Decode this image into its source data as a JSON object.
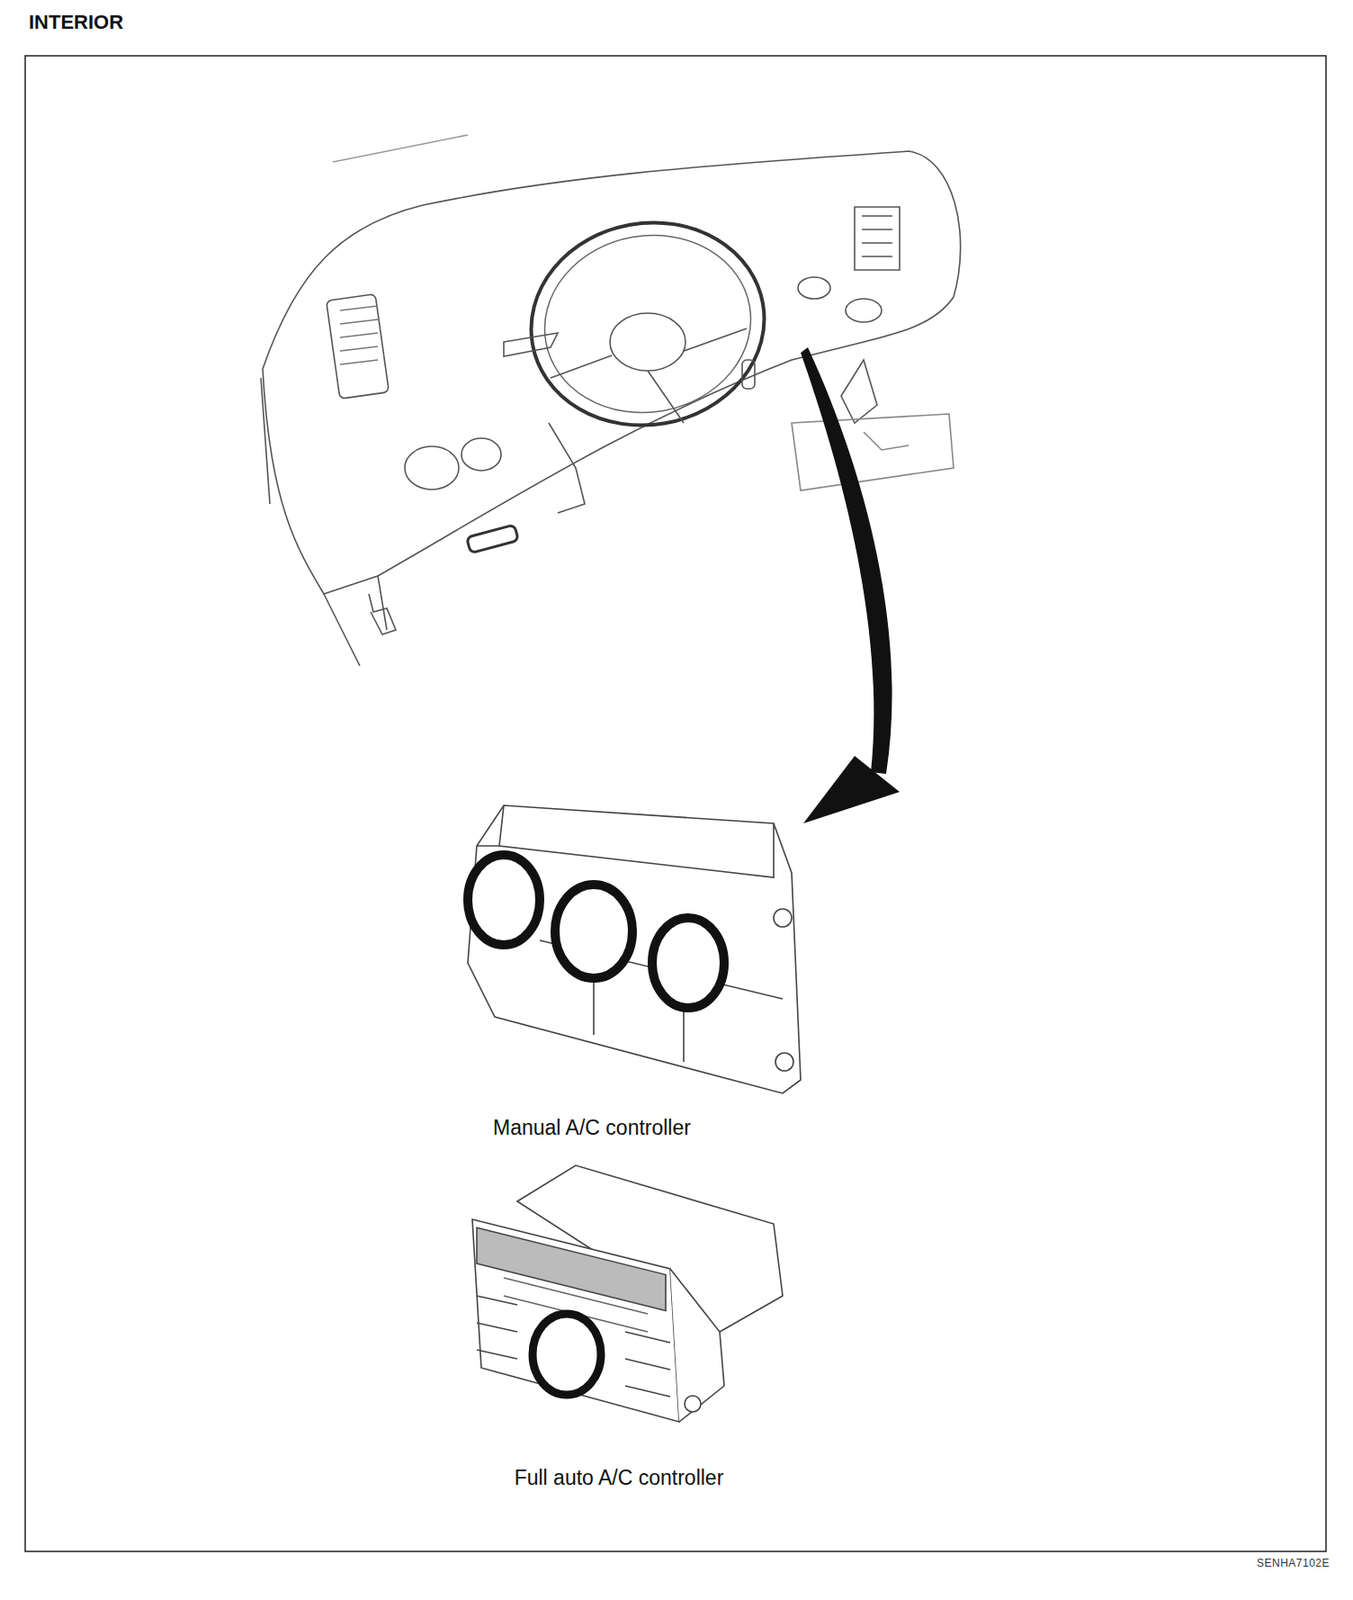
{
  "diagram": {
    "title": "INTERIOR",
    "labels": [
      "Manual A/C controller",
      "Full auto A/C controller",
      "SENHA7102E"
    ]
  }
}
